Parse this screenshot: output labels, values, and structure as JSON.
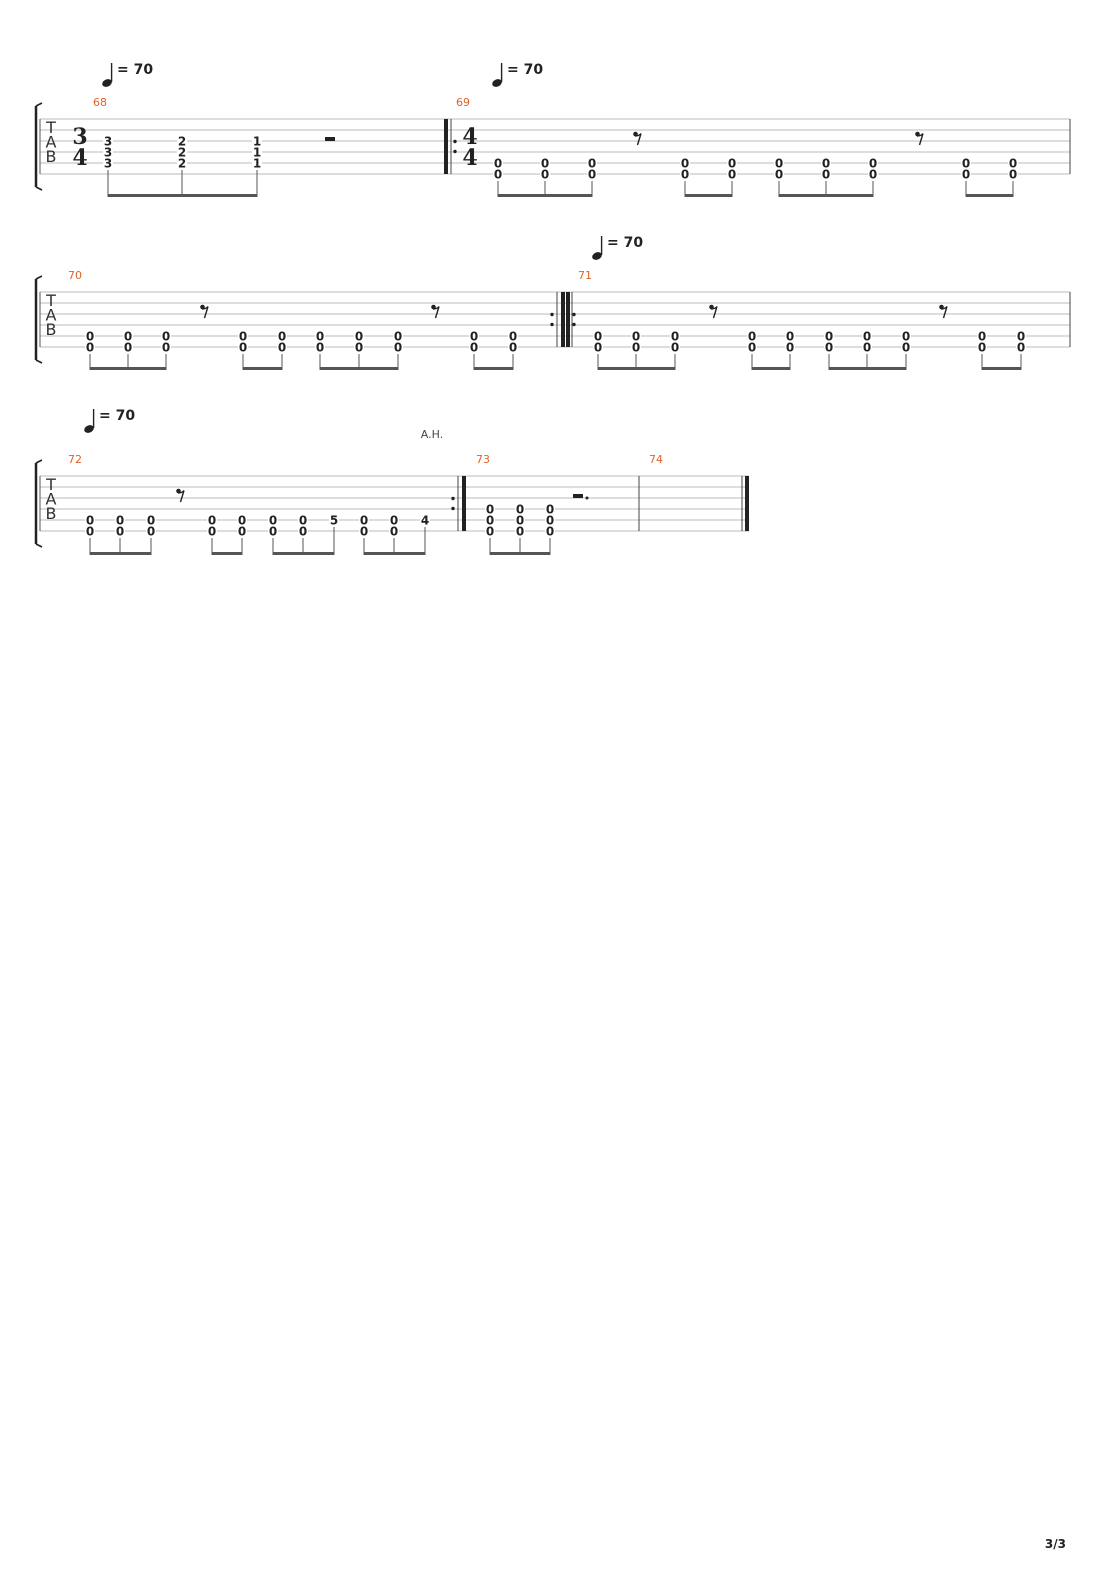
{
  "page": {
    "page_number": "3/3"
  },
  "colors": {
    "ink": "#222222",
    "staff_line": "#bbbbbb",
    "measure_number": "#e0622a"
  },
  "tab_clef": [
    "T",
    "A",
    "B"
  ],
  "tempo_value": "= 70",
  "systems": [
    {
      "show_tempo": [
        true,
        true
      ],
      "measures": [
        {
          "number": "68",
          "time_signature": [
            "3",
            "4"
          ],
          "start_bar": "normal",
          "end_bar": "repeat-start",
          "events": [
            {
              "kind": "chord",
              "frets": [
                null,
                null,
                "3",
                "3",
                "3",
                null
              ]
            },
            {
              "kind": "chord",
              "frets": [
                null,
                null,
                "2",
                "2",
                "2",
                null
              ]
            },
            {
              "kind": "chord",
              "frets": [
                null,
                null,
                "1",
                "1",
                "1",
                null
              ]
            },
            {
              "kind": "rest",
              "rest": "half"
            }
          ],
          "beams": [
            [
              0,
              2
            ]
          ]
        },
        {
          "number": "69",
          "time_signature": [
            "4",
            "4"
          ],
          "start_bar": "none",
          "end_bar": "normal",
          "events": [
            {
              "kind": "chord",
              "frets": [
                null,
                null,
                null,
                null,
                "0",
                "0"
              ]
            },
            {
              "kind": "chord",
              "frets": [
                null,
                null,
                null,
                null,
                "0",
                "0"
              ]
            },
            {
              "kind": "chord",
              "frets": [
                null,
                null,
                null,
                null,
                "0",
                "0"
              ]
            },
            {
              "kind": "rest",
              "rest": "eighth"
            },
            {
              "kind": "chord",
              "frets": [
                null,
                null,
                null,
                null,
                "0",
                "0"
              ]
            },
            {
              "kind": "chord",
              "frets": [
                null,
                null,
                null,
                null,
                "0",
                "0"
              ]
            },
            {
              "kind": "chord",
              "frets": [
                null,
                null,
                null,
                null,
                "0",
                "0"
              ]
            },
            {
              "kind": "chord",
              "frets": [
                null,
                null,
                null,
                null,
                "0",
                "0"
              ]
            },
            {
              "kind": "chord",
              "frets": [
                null,
                null,
                null,
                null,
                "0",
                "0"
              ]
            },
            {
              "kind": "rest",
              "rest": "eighth"
            },
            {
              "kind": "chord",
              "frets": [
                null,
                null,
                null,
                null,
                "0",
                "0"
              ]
            },
            {
              "kind": "chord",
              "frets": [
                null,
                null,
                null,
                null,
                "0",
                "0"
              ]
            }
          ],
          "beams": [
            [
              0,
              2
            ],
            [
              4,
              5
            ],
            [
              6,
              8
            ],
            [
              10,
              11
            ]
          ]
        }
      ]
    },
    {
      "show_tempo": [
        false,
        true
      ],
      "measures": [
        {
          "number": "70",
          "time_signature": null,
          "start_bar": "normal",
          "end_bar": "repeat-end",
          "events": [
            {
              "kind": "chord",
              "frets": [
                null,
                null,
                null,
                null,
                "0",
                "0"
              ]
            },
            {
              "kind": "chord",
              "frets": [
                null,
                null,
                null,
                null,
                "0",
                "0"
              ]
            },
            {
              "kind": "chord",
              "frets": [
                null,
                null,
                null,
                null,
                "0",
                "0"
              ]
            },
            {
              "kind": "rest",
              "rest": "eighth"
            },
            {
              "kind": "chord",
              "frets": [
                null,
                null,
                null,
                null,
                "0",
                "0"
              ]
            },
            {
              "kind": "chord",
              "frets": [
                null,
                null,
                null,
                null,
                "0",
                "0"
              ]
            },
            {
              "kind": "chord",
              "frets": [
                null,
                null,
                null,
                null,
                "0",
                "0"
              ]
            },
            {
              "kind": "chord",
              "frets": [
                null,
                null,
                null,
                null,
                "0",
                "0"
              ]
            },
            {
              "kind": "chord",
              "frets": [
                null,
                null,
                null,
                null,
                "0",
                "0"
              ]
            },
            {
              "kind": "rest",
              "rest": "eighth"
            },
            {
              "kind": "chord",
              "frets": [
                null,
                null,
                null,
                null,
                "0",
                "0"
              ]
            },
            {
              "kind": "chord",
              "frets": [
                null,
                null,
                null,
                null,
                "0",
                "0"
              ]
            }
          ],
          "beams": [
            [
              0,
              2
            ],
            [
              4,
              5
            ],
            [
              6,
              8
            ],
            [
              10,
              11
            ]
          ]
        },
        {
          "number": "71",
          "time_signature": null,
          "start_bar": "repeat-start",
          "end_bar": "normal",
          "events": [
            {
              "kind": "chord",
              "frets": [
                null,
                null,
                null,
                null,
                "0",
                "0"
              ]
            },
            {
              "kind": "chord",
              "frets": [
                null,
                null,
                null,
                null,
                "0",
                "0"
              ]
            },
            {
              "kind": "chord",
              "frets": [
                null,
                null,
                null,
                null,
                "0",
                "0"
              ]
            },
            {
              "kind": "rest",
              "rest": "eighth"
            },
            {
              "kind": "chord",
              "frets": [
                null,
                null,
                null,
                null,
                "0",
                "0"
              ]
            },
            {
              "kind": "chord",
              "frets": [
                null,
                null,
                null,
                null,
                "0",
                "0"
              ]
            },
            {
              "kind": "chord",
              "frets": [
                null,
                null,
                null,
                null,
                "0",
                "0"
              ]
            },
            {
              "kind": "chord",
              "frets": [
                null,
                null,
                null,
                null,
                "0",
                "0"
              ]
            },
            {
              "kind": "chord",
              "frets": [
                null,
                null,
                null,
                null,
                "0",
                "0"
              ]
            },
            {
              "kind": "rest",
              "rest": "eighth"
            },
            {
              "kind": "chord",
              "frets": [
                null,
                null,
                null,
                null,
                "0",
                "0"
              ]
            },
            {
              "kind": "chord",
              "frets": [
                null,
                null,
                null,
                null,
                "0",
                "0"
              ]
            }
          ],
          "beams": [
            [
              0,
              2
            ],
            [
              4,
              5
            ],
            [
              6,
              8
            ],
            [
              10,
              11
            ]
          ]
        }
      ]
    },
    {
      "show_tempo": [
        true,
        false,
        false
      ],
      "measures": [
        {
          "number": "72",
          "time_signature": null,
          "start_bar": "normal",
          "end_bar": "repeat-end",
          "events": [
            {
              "kind": "chord",
              "frets": [
                null,
                null,
                null,
                null,
                "0",
                "0"
              ]
            },
            {
              "kind": "chord",
              "frets": [
                null,
                null,
                null,
                null,
                "0",
                "0"
              ]
            },
            {
              "kind": "chord",
              "frets": [
                null,
                null,
                null,
                null,
                "0",
                "0"
              ]
            },
            {
              "kind": "rest",
              "rest": "eighth"
            },
            {
              "kind": "chord",
              "frets": [
                null,
                null,
                null,
                null,
                "0",
                "0"
              ]
            },
            {
              "kind": "chord",
              "frets": [
                null,
                null,
                null,
                null,
                "0",
                "0"
              ]
            },
            {
              "kind": "chord",
              "frets": [
                null,
                null,
                null,
                null,
                "0",
                "0"
              ]
            },
            {
              "kind": "chord",
              "frets": [
                null,
                null,
                null,
                null,
                "0",
                "0"
              ]
            },
            {
              "kind": "chord",
              "frets": [
                null,
                null,
                null,
                null,
                "5",
                null
              ]
            },
            {
              "kind": "chord",
              "frets": [
                null,
                null,
                null,
                null,
                "0",
                "0"
              ]
            },
            {
              "kind": "chord",
              "frets": [
                null,
                null,
                null,
                null,
                "0",
                "0"
              ]
            },
            {
              "kind": "chord",
              "frets": [
                null,
                null,
                null,
                null,
                "4",
                null
              ],
              "annotation": "A.H."
            }
          ],
          "beams": [
            [
              0,
              2
            ],
            [
              4,
              5
            ],
            [
              6,
              8
            ],
            [
              9,
              11
            ]
          ]
        },
        {
          "number": "73",
          "time_signature": null,
          "start_bar": "none",
          "end_bar": "normal",
          "events": [
            {
              "kind": "chord",
              "frets": [
                null,
                null,
                null,
                "0",
                "0",
                "0"
              ]
            },
            {
              "kind": "chord",
              "frets": [
                null,
                null,
                null,
                "0",
                "0",
                "0"
              ]
            },
            {
              "kind": "chord",
              "frets": [
                null,
                null,
                null,
                "0",
                "0",
                "0"
              ]
            },
            {
              "kind": "rest",
              "rest": "dotted-half"
            }
          ],
          "beams": [
            [
              0,
              2
            ]
          ]
        },
        {
          "number": "74",
          "time_signature": null,
          "start_bar": "none",
          "end_bar": "final",
          "events": [],
          "beams": []
        }
      ]
    }
  ]
}
